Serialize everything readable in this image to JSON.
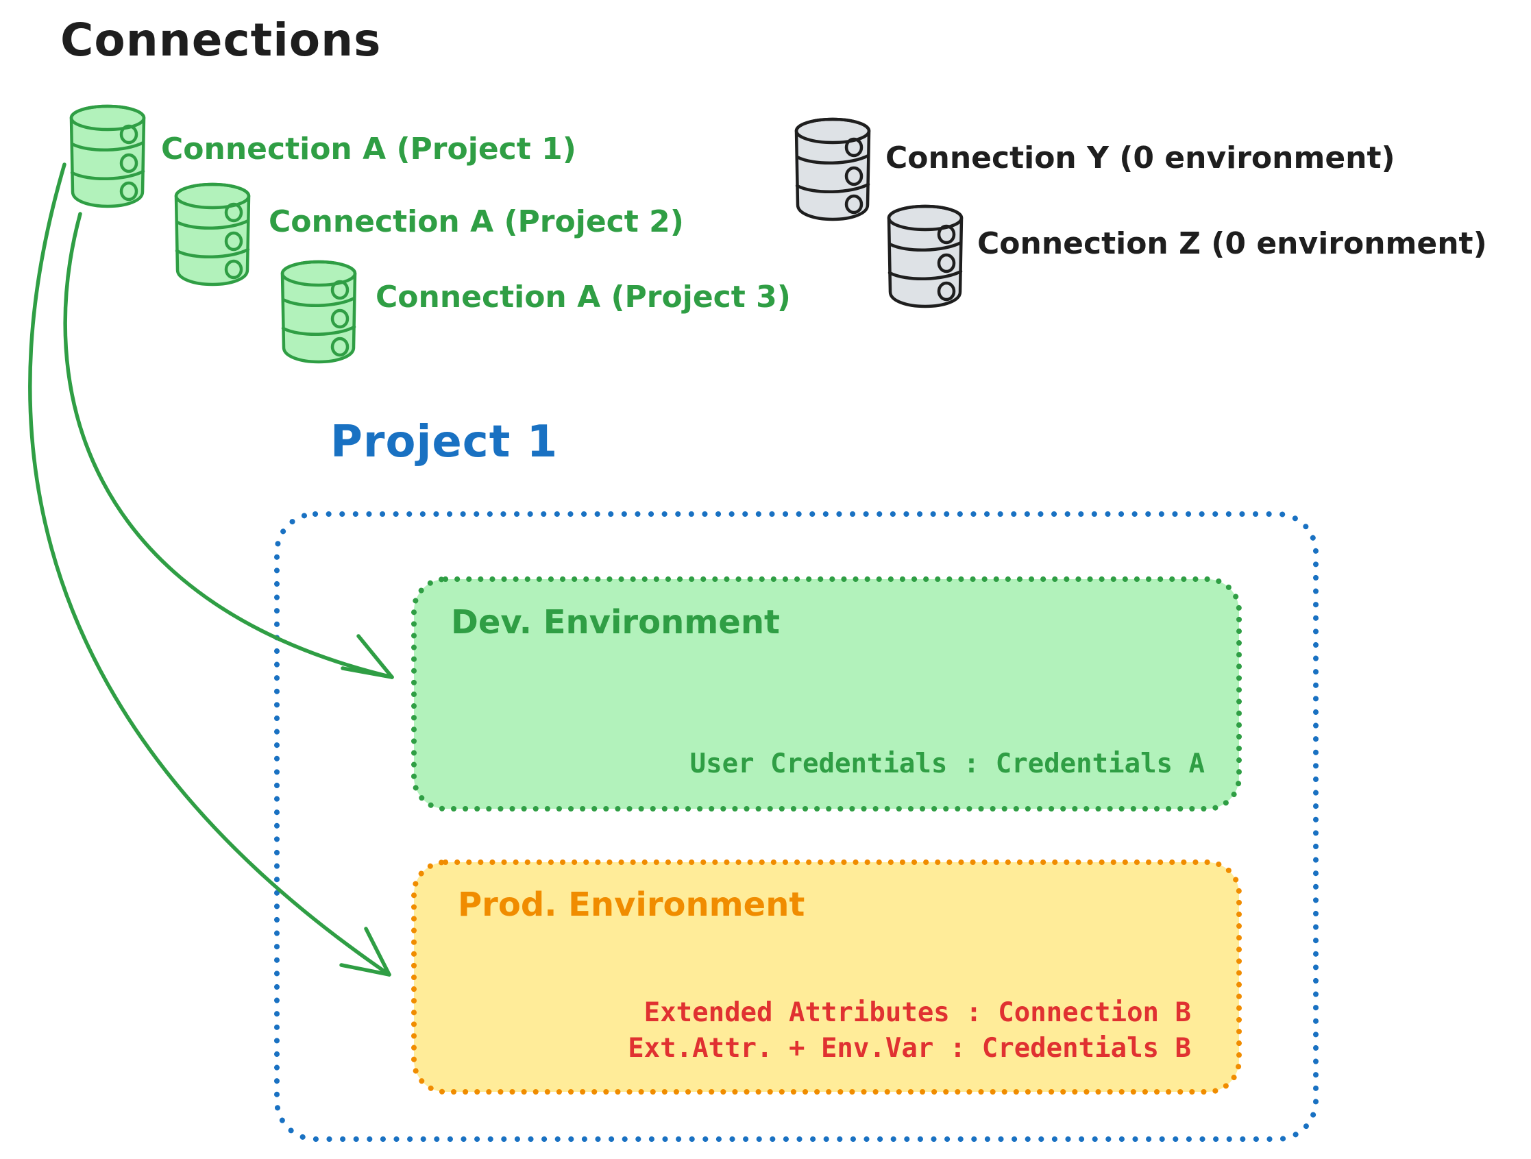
{
  "palette": {
    "ink": "#1e1e1e",
    "green": "#2f9e44",
    "green_fill": "#b2f2bb",
    "gray_stroke": "#1e1e1e",
    "gray_fill": "#dee2e6",
    "blue": "#1971c2",
    "orange": "#f08c00",
    "prod_fill": "#ffec99",
    "red": "#e03131"
  },
  "header": {
    "title": "Connections"
  },
  "connections": {
    "project_a": [
      {
        "label": "Connection A (Project 1)"
      },
      {
        "label": "Connection A (Project 2)"
      },
      {
        "label": "Connection A (Project 3)"
      }
    ],
    "unassigned": [
      {
        "label": "Connection Y (0 environment)"
      },
      {
        "label": "Connection Z (0 environment)"
      }
    ]
  },
  "project": {
    "title": "Project 1",
    "environments": {
      "dev": {
        "title": "Dev. Environment",
        "mapping": "User Credentials : Credentials A"
      },
      "prod": {
        "title": "Prod. Environment",
        "mappings": [
          "Extended Attributes : Connection B",
          "Ext.Attr. + Env.Var : Credentials B"
        ]
      }
    }
  }
}
